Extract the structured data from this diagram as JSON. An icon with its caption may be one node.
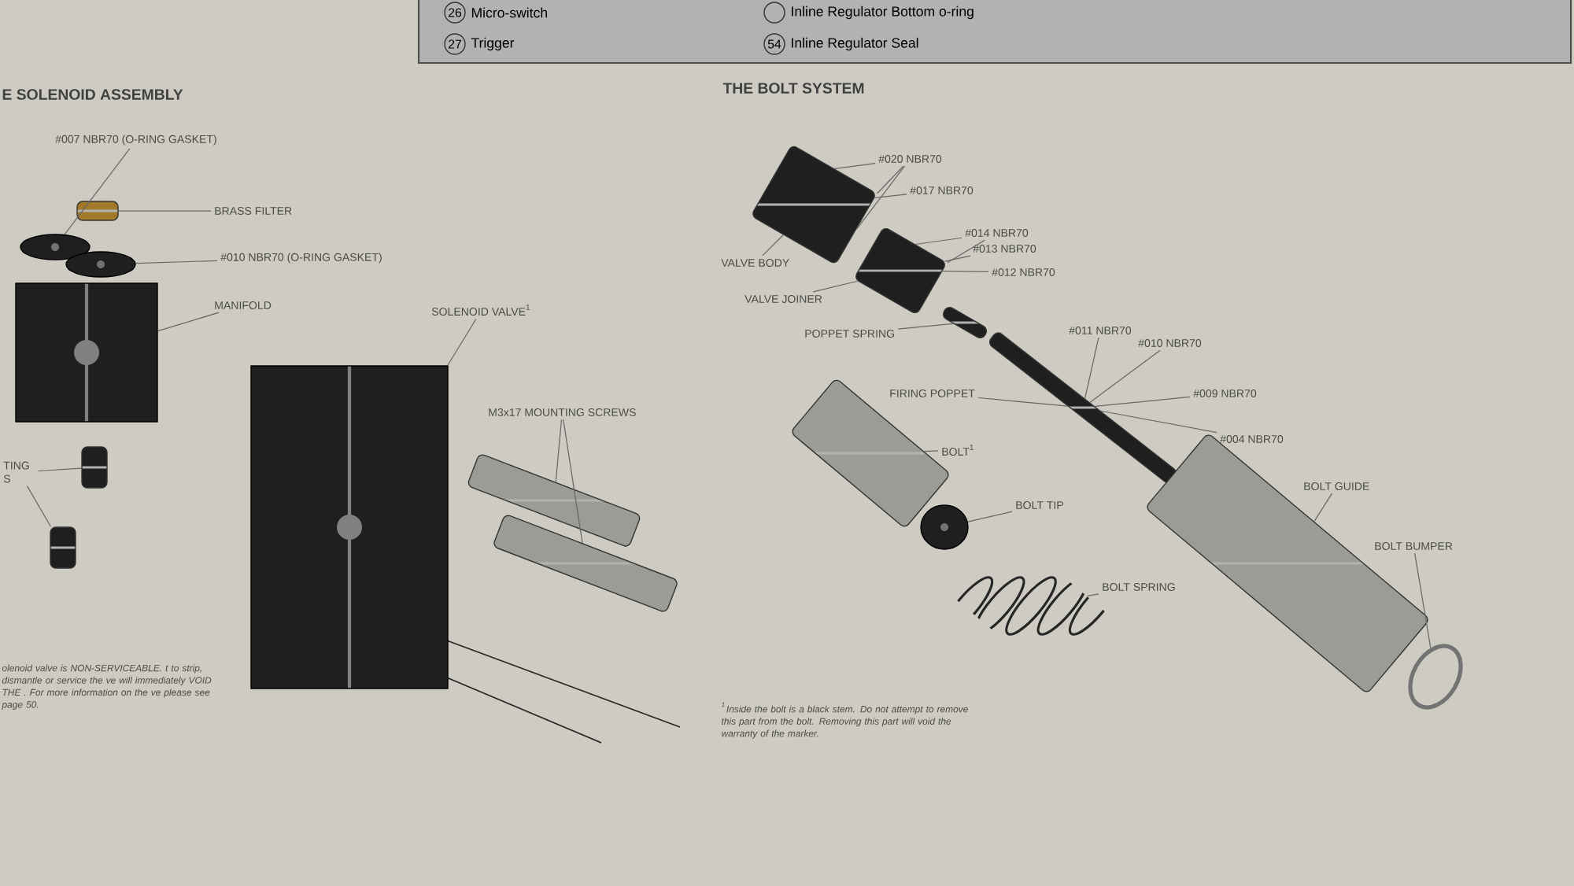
{
  "diagram": {
    "nodes": [
      {
        "text": [
          "#007 NBR70 (O-RING GASKET)"
        ]
      },
      {
        "text": [],
        "shape": "picture"
      },
      {
        "text": [
          "BRASS FILTER"
        ]
      },
      {
        "text": [],
        "shape": "picture"
      },
      {
        "text": [
          "#010 NBR70 (O-RING GASKET)"
        ]
      },
      {
        "text": [],
        "shape": "picture"
      },
      {
        "text": [
          "MANIFOLD"
        ]
      },
      {
        "text": [],
        "shape": "picture"
      },
      {
        "text": [
          "TING S"
        ]
      },
      {
        "text": [],
        "shape": "picture"
      },
      {
        "text": [],
        "shape": "picture"
      },
      {
        "text": [
          "SOLENOID VALVE$^{1}$"
        ]
      },
      {
        "text": [],
        "shape": "picture"
      },
      {
        "text": [
          "M3x17 MOUNTING SCREWS"
        ]
      },
      {
        "text": [],
        "shape": "picture"
      },
      {
        "text": [],
        "shape": "picture"
      },
      {
        "text": [
          "#020 NBR70"
        ]
      },
      {
        "text": [
          "#017 NBR70"
        ]
      },
      {
        "text": [],
        "shape": "picture"
      },
      {
        "text": [
          "VALVE BODY"
        ]
      },
      {
        "text": [
          "#014 NBR70"
        ]
      },
      {
        "text": [
          "#013 NBR70"
        ]
      },
      {
        "text": [
          "#012 NBR70"
        ]
      },
      {
        "text": [],
        "shape": "picture"
      },
      {
        "text": [
          "VALVE JOINER"
        ]
      },
      {
        "text": [
          "POPPET SPRING"
        ]
      },
      {
        "text": [],
        "shape": "picture"
      },
      {
        "text": [
          "#011 NBR70"
        ]
      },
      {
        "text": [
          "#010 NBR70"
        ]
      },
      {
        "text": [],
        "shape": "picture"
      },
      {
        "text": [
          "FIRING POPPET"
        ]
      },
      {
        "text": [
          "#009 NBR70"
        ]
      },
      {
        "text": [
          "#004 NBR70"
        ]
      },
      {
        "text": [],
        "shape": "picture"
      },
      {
        "text": [
          "BOLT$^{1}$"
        ]
      },
      {
        "text": [],
        "shape": "picture"
      },
      {
        "text": [
          "BOLT TIP"
        ]
      },
      {
        "text": [],
        "shape": "picture"
      },
      {
        "text": [
          "BOLT SPRING"
        ]
      },
      {
        "text": [],
        "shape": "picture"
      },
      {
        "text": [
          "BOLT GUIDE"
        ]
      },
      {
        "text": [
          "BOLT BUMPER"
        ]
      },
      {
        "text": [],
        "shape": "picture"
      }
    ],
    "edges": [
      {
        "from": 0,
        "to": 1,
        "arrow": "none"
      },
      {
        "from": 2,
        "to": 3,
        "arrow": "none"
      },
      {
        "from": 4,
        "to": 5,
        "arrow": "none"
      },
      {
        "from": 6,
        "to": 7,
        "arrow": "none"
      },
      {
        "from": 8,
        "to": 9,
        "arrow": "none"
      },
      {
        "from": 8,
        "to": 10,
        "arrow": "none"
      },
      {
        "from": 11,
        "to": 12,
        "arrow": "none"
      },
      {
        "from": 13,
        "to": 14,
        "arrow": "none"
      },
      {
        "from": 13,
        "to": 15,
        "arrow": "none"
      },
      {
        "from": 16,
        "to": 18,
        "arrow": "none"
      },
      {
        "from": 16,
        "to": 18,
        "arrow": "none"
      },
      {
        "from": 16,
        "to": 18,
        "arrow": "none"
      },
      {
        "from": 17,
        "to": 18,
        "arrow": "none"
      },
      {
        "from": 19,
        "to": 18,
        "arrow": "none"
      },
      {
        "from": 20,
        "to": 23,
        "arrow": "none"
      },
      {
        "from": 20,
        "to": 23,
        "arrow": "none"
      },
      {
        "from": 21,
        "to": 23,
        "arrow": "none"
      },
      {
        "from": 22,
        "to": 23,
        "arrow": "none"
      },
      {
        "from": 24,
        "to": 23,
        "arrow": "none"
      },
      {
        "from": 25,
        "to": 26,
        "arrow": "none"
      },
      {
        "from": 27,
        "to": 29,
        "arrow": "none"
      },
      {
        "from": 28,
        "to": 29,
        "arrow": "none"
      },
      {
        "from": 30,
        "to": 29,
        "arrow": "none"
      },
      {
        "from": 31,
        "to": 29,
        "arrow": "none"
      },
      {
        "from": 32,
        "to": 29,
        "arrow": "none"
      },
      {
        "from": 34,
        "to": 33,
        "arrow": "none"
      },
      {
        "from": 36,
        "to": 35,
        "arrow": "none"
      },
      {
        "from": 38,
        "to": 37,
        "arrow": "none"
      },
      {
        "from": 40,
        "to": 39,
        "arrow": "none"
      },
      {
        "from": 41,
        "to": 42,
        "arrow": "none"
      }
    ],
    "labels": [
      "26",
      "Micro-switch",
      "27",
      "Trigger",
      "Inline Regulator Bottom o-ring",
      "54",
      "Inline Regulator Seal",
      "E SOLENOID ASSEMBLY",
      "THE BOLT SYSTEM",
      "olenoid valve is NON-SERVICEABLE. t to strip, dismantle or service the ve will immediately VOID THE . For more information on the ve please see page 50.",
      "$^{1}$Inside the bolt is a black stem. Do not attempt to remove this part from the bolt. Removing this part will void the warranty of the marker."
    ]
  }
}
